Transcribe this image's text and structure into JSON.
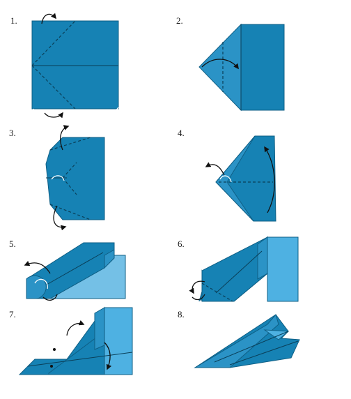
{
  "steps": [
    {
      "label": "1."
    },
    {
      "label": "2."
    },
    {
      "label": "3."
    },
    {
      "label": "4."
    },
    {
      "label": "5."
    },
    {
      "label": "6."
    },
    {
      "label": "7."
    },
    {
      "label": "8."
    }
  ],
  "colors": {
    "paper": "#1682b4",
    "paper_light": "#4eb1e2",
    "arrow": "#111111"
  }
}
